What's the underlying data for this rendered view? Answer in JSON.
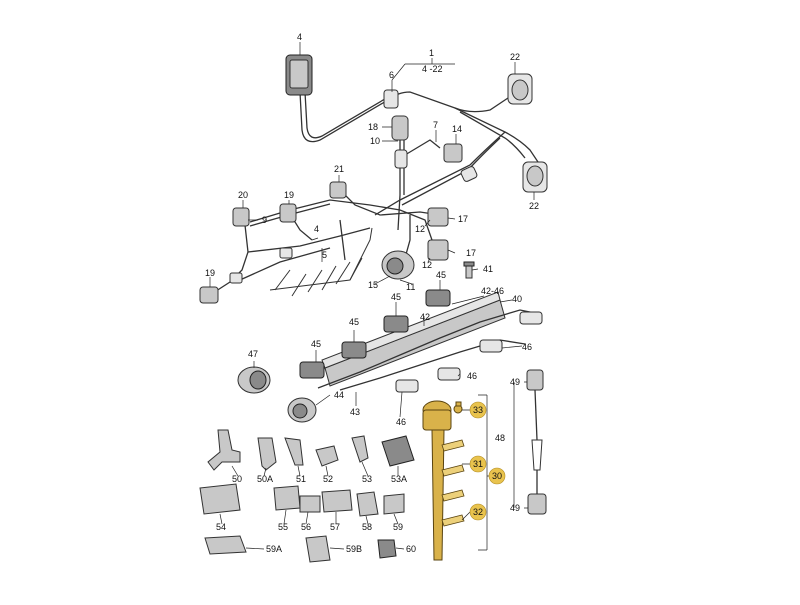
{
  "diagram": {
    "callouts": {
      "c1": "1",
      "c4_22": "4 -22",
      "c4": "4",
      "c6": "6",
      "c22a": "22",
      "c22b": "22",
      "c18": "18",
      "c10": "10",
      "c7": "7",
      "c14": "14",
      "c21": "21",
      "c20": "20",
      "c19a": "19",
      "c9": "9",
      "c19b": "19",
      "c4b": "4",
      "c5": "5",
      "c17a": "17",
      "c12a": "12",
      "c12b": "12",
      "c17b": "17",
      "c41": "41",
      "c15": "15",
      "c11": "11",
      "c45a": "45",
      "c42_46": "42-46",
      "c40": "40",
      "c45b": "45",
      "c42": "42",
      "c45c": "45",
      "c46a": "46",
      "c45d": "45",
      "c47": "47",
      "c46b": "46",
      "c44": "44",
      "c43": "43",
      "c46c": "46",
      "c49a": "49",
      "c33": "33",
      "c48": "48",
      "c31": "31",
      "c30": "30",
      "c32": "32",
      "c49b": "49",
      "c50": "50",
      "c50A": "50A",
      "c51": "51",
      "c52": "52",
      "c53": "53",
      "c53A": "53A",
      "c54": "54",
      "c55": "55",
      "c56": "56",
      "c57": "57",
      "c58": "58",
      "c59": "59",
      "c59A": "59A",
      "c59B": "59B",
      "c60": "60"
    },
    "colors": {
      "highlight": "#d9b24a",
      "callout_bubble": "#e9c34d",
      "line": "#333333",
      "part_fill": "#c8c8c8"
    }
  }
}
